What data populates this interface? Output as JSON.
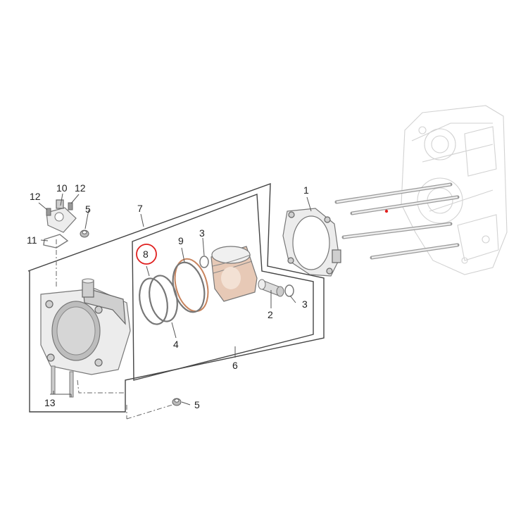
{
  "diagram": {
    "callouts": {
      "c1": "1",
      "c2": "2",
      "c3a": "3",
      "c3b": "3",
      "c4": "4",
      "c5a": "5",
      "c5b": "5",
      "c6": "6",
      "c7": "7",
      "c8": "8",
      "c9": "9",
      "c10": "10",
      "c11": "11",
      "c12a": "12",
      "c12b": "12",
      "c13": "13"
    },
    "highlight_color": "#e0201f"
  }
}
